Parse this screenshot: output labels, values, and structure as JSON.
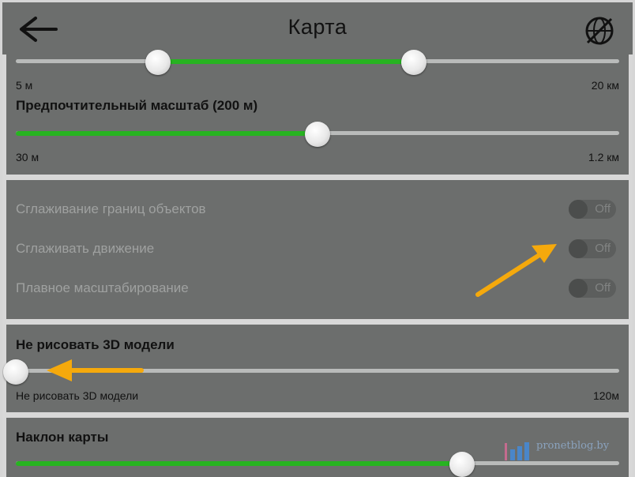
{
  "header": {
    "title": "Карта",
    "back_icon": "arrow-left-icon",
    "right_icon": "globe-crossed-icon"
  },
  "range_card": {
    "min_label": "5 м",
    "max_label": "20 км",
    "low_value": 0.235,
    "high_value": 0.66
  },
  "preferred_scale": {
    "title": "Предпочтительный масштаб (200 м)",
    "min_label": "30 м",
    "max_label": "1.2 км",
    "value": 0.5
  },
  "toggles": [
    {
      "label": "Сглаживание границ объектов",
      "state": "Off"
    },
    {
      "label": "Сглаживать движение",
      "state": "Off"
    },
    {
      "label": "Плавное масштабирование",
      "state": "Off"
    }
  ],
  "models_3d": {
    "title": "Не рисовать 3D модели",
    "min_label": "Не рисовать 3D модели",
    "max_label": "120м",
    "value": 0.0
  },
  "tilt": {
    "title": "Наклон карты",
    "value": 0.74
  },
  "watermark": {
    "text": "pronetblog.by"
  },
  "colors": {
    "accent": "#27b321",
    "panel": "#6c6e6d",
    "arrow": "#f5a90c"
  }
}
